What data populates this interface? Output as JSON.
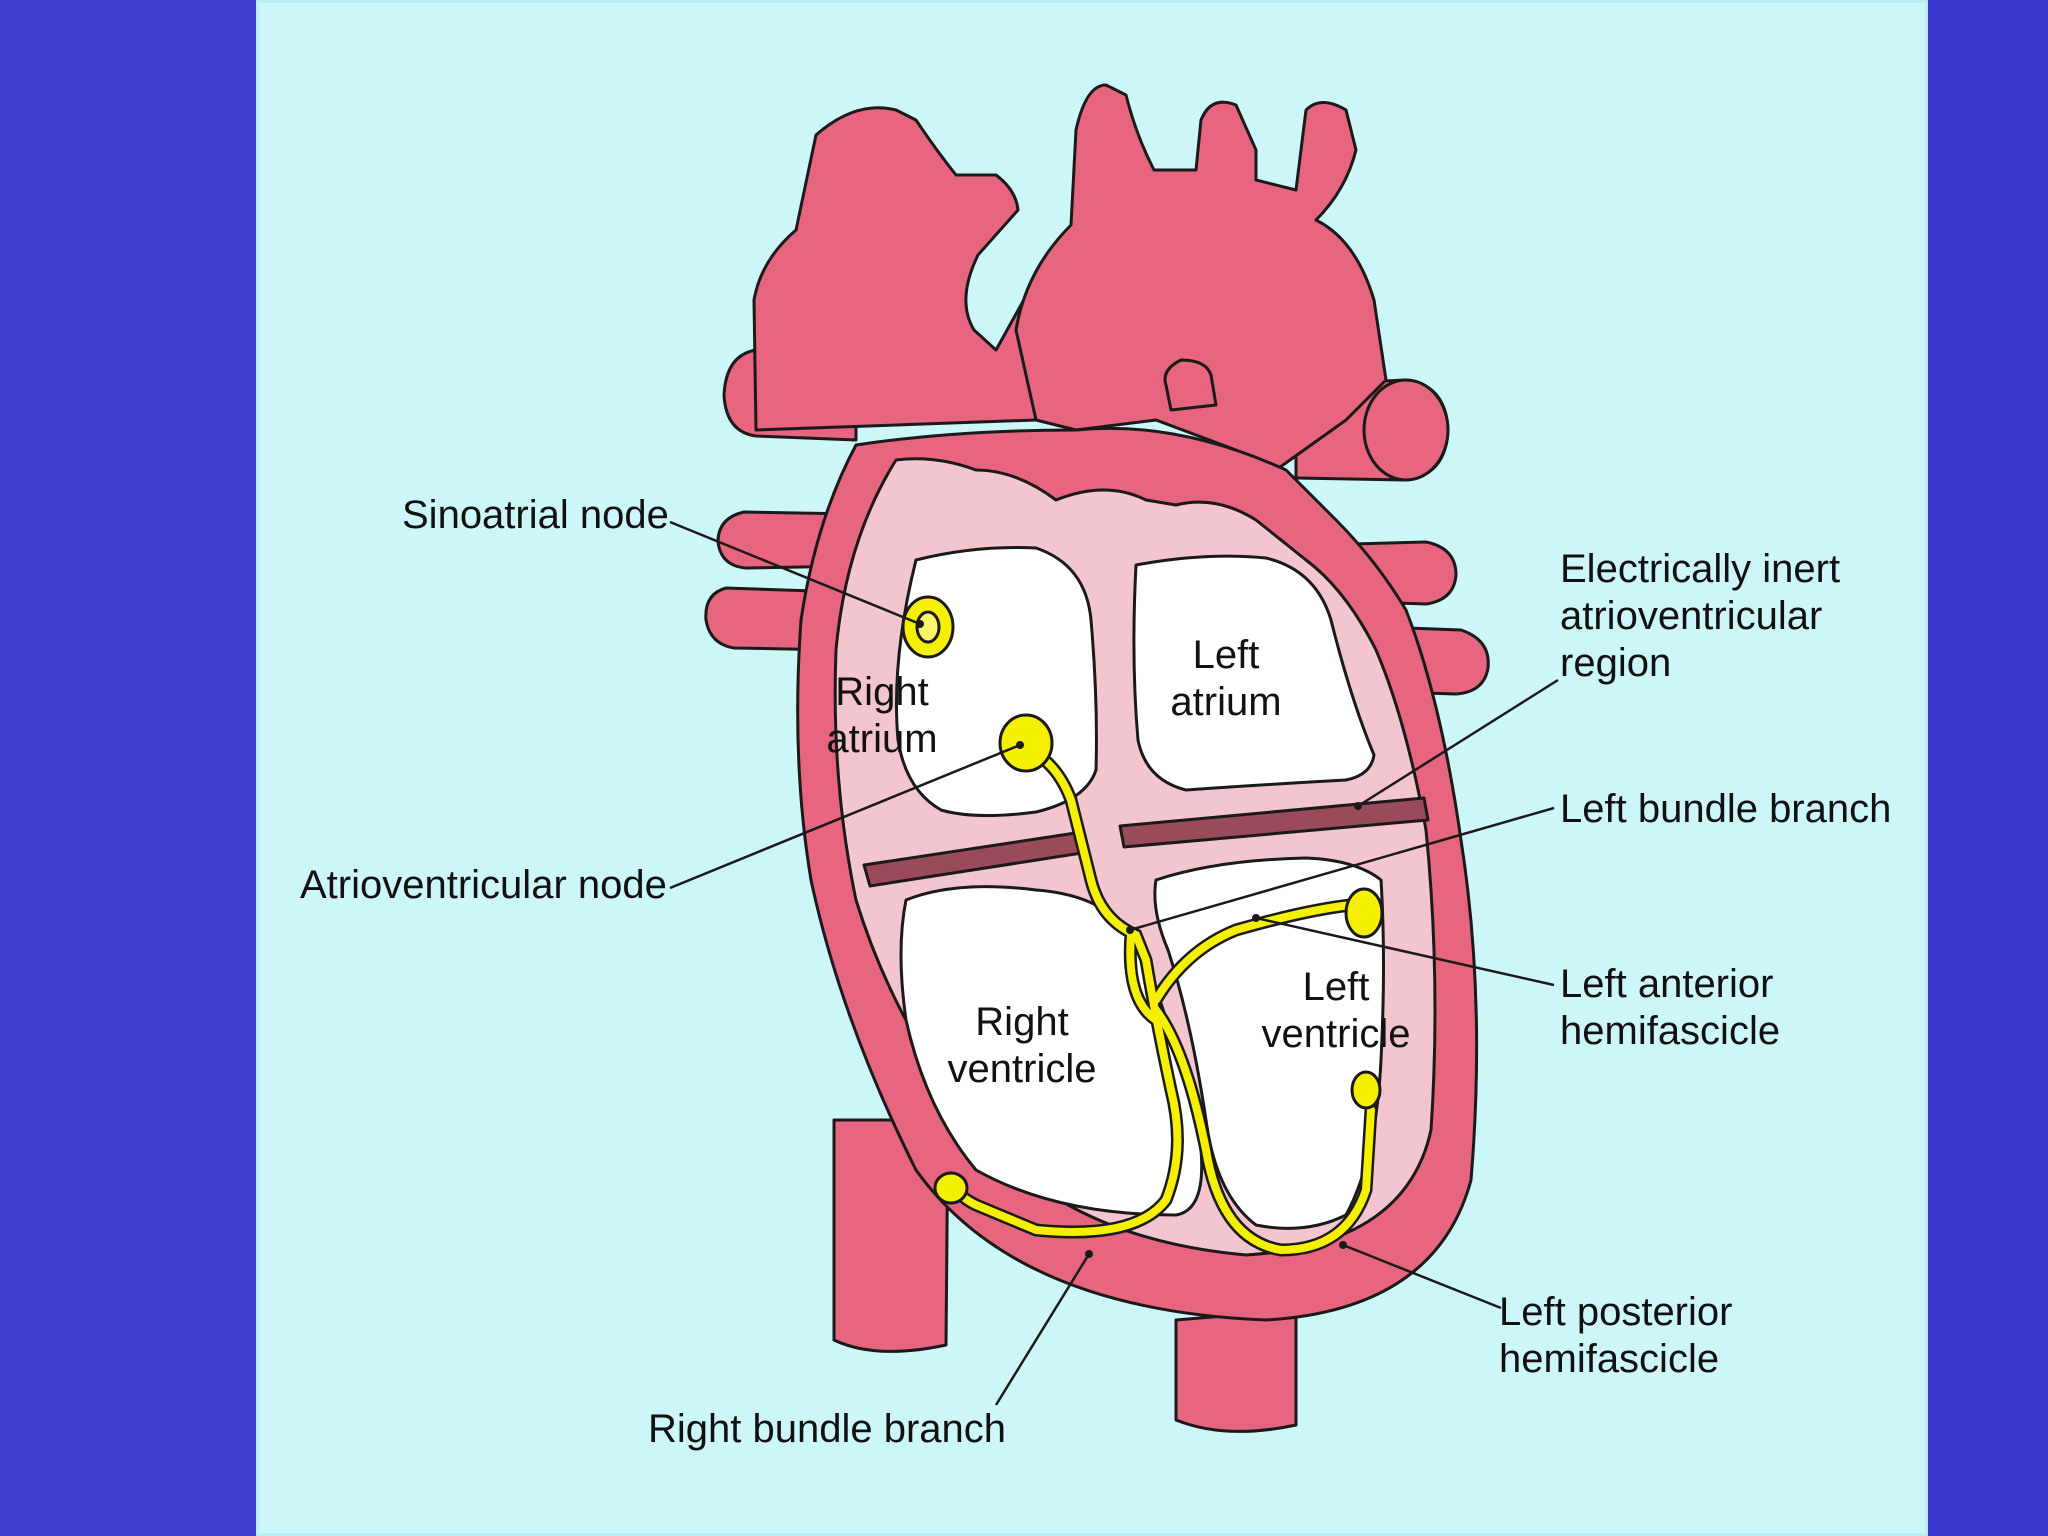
{
  "colors": {
    "background_outer": "#3a3acc",
    "background_panel": "#cdf6f8",
    "heart_outer": "#e8657f",
    "heart_inner": "#f3c6cf",
    "chamber": "#ffffff",
    "conduction": "#f5f000",
    "inert_region": "#9b4a5c"
  },
  "chambers": {
    "right_atrium": [
      "Right",
      "atrium"
    ],
    "left_atrium": [
      "Left",
      "atrium"
    ],
    "right_ventricle": [
      "Right",
      "ventricle"
    ],
    "left_ventricle": [
      "Left",
      "ventricle"
    ]
  },
  "labels": {
    "sinoatrial_node": "Sinoatrial node",
    "atrioventricular_node": "Atrioventricular node",
    "electrically_inert": [
      "Electrically inert",
      "atrioventricular",
      "region"
    ],
    "left_bundle_branch": "Left bundle branch",
    "left_anterior_hemifascicle": [
      "Left anterior",
      "hemifascicle"
    ],
    "left_posterior_hemifascicle": [
      "Left posterior",
      "hemifascicle"
    ],
    "right_bundle_branch": "Right bundle branch"
  }
}
